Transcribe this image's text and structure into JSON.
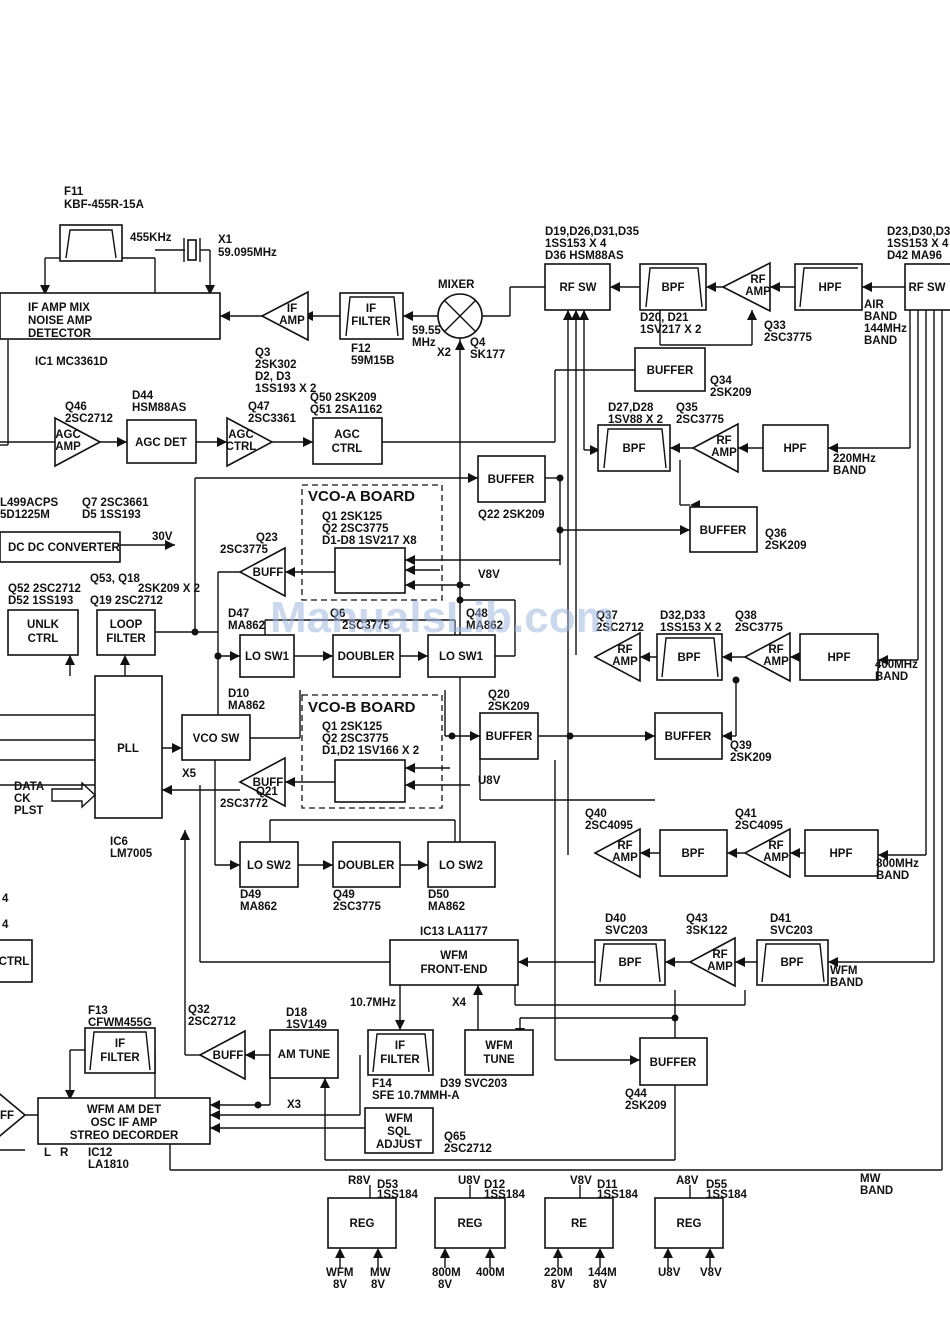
{
  "watermark": "ManualsLib.com",
  "blocks": {
    "if_amp_mix": [
      "IF AMP MIX",
      "NOISE AMP",
      "DETECTOR"
    ],
    "if_amp1": [
      "IF",
      "AMP"
    ],
    "if_filter1": [
      "IF",
      "FILTER"
    ],
    "rf_sw1": "RF SW",
    "bpf1": "BPF",
    "rf_amp1": [
      "RF",
      "AMP"
    ],
    "hpf1": "HPF",
    "rf_sw_main": "RF SW",
    "buffer1": "BUFFER",
    "agc_amp": [
      "AGC",
      "AMP"
    ],
    "agc_det": "AGC DET",
    "agc_ctrl1": [
      "AGC",
      "CTRL"
    ],
    "agc_ctrl2": [
      "AGC",
      "CTRL"
    ],
    "bpf2": "BPF",
    "rf_amp2": [
      "RF",
      "AMP"
    ],
    "hpf2": "HPF",
    "buffer2": "BUFFER",
    "buffer3": "BUFFER",
    "dcdc": "DC DC CONVERTER",
    "buff1": "BUFF",
    "unlk": [
      "UNLK",
      "CTRL"
    ],
    "loop": [
      "LOOP",
      "FILTER"
    ],
    "lo_sw1a": "LO SW1",
    "doubler1": "DOUBLER",
    "lo_sw1b": "LO SW1",
    "rf_amp3": [
      "RF",
      "AMP"
    ],
    "bpf3": "BPF",
    "rf_amp4": [
      "RF",
      "AMP"
    ],
    "hpf3": "HPF",
    "pll": "PLL",
    "vco_sw": "VCO SW",
    "buffer4": "BUFFER",
    "buffer5": "BUFFER",
    "buff2": "BUFF",
    "lo_sw2a": "LO SW2",
    "doubler2": "DOUBLER",
    "lo_sw2b": "LO SW2",
    "rf_amp5": [
      "RF",
      "AMP"
    ],
    "bpf4": "BPF",
    "rf_amp6": [
      "RF",
      "AMP"
    ],
    "hpf4": "HPF",
    "ctrl": "CTRL",
    "wfm_fe": [
      "WFM",
      "FRONT-END"
    ],
    "bpf5": "BPF",
    "rf_amp7": [
      "RF",
      "AMP"
    ],
    "bpf6": "BPF",
    "if_filter2": [
      "IF",
      "FILTER"
    ],
    "buff3": "BUFF",
    "am_tune": "AM TUNE",
    "if_filter3": [
      "IF",
      "FILTER"
    ],
    "wfm_tune": [
      "WFM",
      "TUNE"
    ],
    "buffer6": "BUFFER",
    "wfm_am_det": [
      "WFM AM DET",
      "OSC IF AMP",
      "STREO DECORDER"
    ],
    "wfm_sql": [
      "WFM",
      "SQL",
      "ADJUST"
    ],
    "ff": "FF",
    "reg1": "REG",
    "reg2": "REG",
    "reg3": "RE",
    "reg4": "REG",
    "mixer": "MIXER",
    "vco_a": "VCO-A BOARD",
    "vco_b": "VCO-B BOARD"
  },
  "labels": {
    "f11": "F11",
    "f11p": "KBF-455R-15A",
    "khz455": "455KHz",
    "x1": "X1",
    "x1f": "59.095MHz",
    "ic1": "IC1  MC3361D",
    "q3": "Q3",
    "q3p": "2SK302",
    "d2d3": "D2, D3",
    "d2d3p": "1SS193 X 2",
    "f12": "F12",
    "f12p": "59M15B",
    "mhz5955": "59.55",
    "mhz": "MHz",
    "x2": "X2",
    "q4": "Q4",
    "q4p": "SK177",
    "d19": "D19,D26,D31,D35",
    "d19p": "1SS153 X 4",
    "d36": "D36  HSM88AS",
    "d20": "D20, D21",
    "d20p": "1SV217 X 2",
    "q33": "Q33",
    "q33p": "2SC3775",
    "d23": "D23,D30,D3",
    "d23p": "1SS153 X 4",
    "d42": "D42  MA96",
    "air": "AIR",
    "band_air": "BAND",
    "m144": "144MHz",
    "band_144": "BAND",
    "q34": "Q34",
    "q34p": "2SK209",
    "q46": "Q46",
    "q46p": "2SC2712",
    "d44": "D44",
    "d44p": "HSM88AS",
    "q47": "Q47",
    "q47p": "2SC3361",
    "q50": "Q50  2SK209",
    "q51": "Q51  2SA1162",
    "d27": "D27,D28",
    "d27p": "1SV88 X 2",
    "q35": "Q35",
    "q35p": "2SC3775",
    "m220": "220MHz",
    "band_220": "BAND",
    "q22": "Q22  2SK209",
    "q36": "Q36",
    "q36p": "2SK209",
    "l499": "L499ACPS",
    "d1225": "5D1225M",
    "q7": "Q7   2SC3661",
    "d5": "D5   1SS193",
    "v30": "30V",
    "q23": "Q23",
    "q23p": "2SC3775",
    "vq1": "Q1   2SK125",
    "vq2": "Q2   2SC3775",
    "vd1": "D1-D8  1SV217 X8",
    "v8v": "V8V",
    "q52": "Q52  2SC2712",
    "d52": "D52  1SS193",
    "q53": "Q53, Q18",
    "q19": "Q19  2SC2712",
    "q53p": "2SK209 X 2",
    "d47": "D47",
    "d47p": "MA862",
    "q6": "Q6",
    "q6p": "2SC3775",
    "q48": "Q48",
    "q48p": "MA862",
    "q37": "Q37",
    "q37p": "2SC2712",
    "d33": "D32,D33",
    "d33p": "1SS153 X 2",
    "q38": "Q38",
    "q38p": "2SC3775",
    "m400": "400MHz",
    "band_400": "BAND",
    "d10": "D10",
    "d10p": "MA862",
    "bq1": "Q1   2SK125",
    "bq2": "Q2   2SC3775",
    "bd1": "D1,D2  1SV166 X 2",
    "q20": "Q20",
    "q20p": "2SK209",
    "q39": "Q39",
    "q39p": "2SK209",
    "u8v": "U8V",
    "data": "DATA",
    "ck": "CK",
    "plst": "PLST",
    "x5": "X5",
    "q21": "Q21",
    "q21p": "2SC3772",
    "ic6": "IC6",
    "ic6p": "LM7005",
    "q40": "Q40",
    "q40p": "2SC4095",
    "q41": "Q41",
    "q41p": "2SC4095",
    "m800": "800MHz",
    "band_800": "BAND",
    "d49": "D49",
    "d49p": "MA862",
    "q49": "Q49",
    "q49p": "2SC3775",
    "d50": "D50",
    "d50p": "MA862",
    "n4a": "4",
    "n4b": "4",
    "ic13": "IC13  LA1177",
    "d40": "D40",
    "d40p": "SVC203",
    "q43": "Q43",
    "q43p": "3SK122",
    "d41": "D41",
    "d41p": "SVC203",
    "wfm": "WFM",
    "band_wfm": "BAND",
    "mhz107": "10.7MHz",
    "x4": "X4",
    "f13": "F13",
    "f13p": "CFWM455G",
    "q32": "Q32",
    "q32p": "2SC2712",
    "d18": "D18",
    "d18p": "1SV149",
    "f14": "F14",
    "f14p": "SFE 10.7MMH-A",
    "d39": "D39  SVC203",
    "q44": "Q44",
    "q44p": "2SK209",
    "x3": "X3",
    "q65": "Q65",
    "q65p": "2SC2712",
    "l": "L",
    "r": "R",
    "ic12": "IC12",
    "ic12p": "LA1810",
    "mw": "MW",
    "band_mw": "BAND",
    "r8v": "R8V",
    "d53": "D53",
    "d53p": "1SS184",
    "u8v2": "U8V",
    "d12": "D12",
    "d12p": "1SS184",
    "v8v2": "V8V",
    "d11": "D11",
    "d11p": "1SS184",
    "a8v": "A8V",
    "d55": "D55",
    "d55p": "1SS184",
    "in_wfm": "WFM",
    "in_wfm_v": "8V",
    "in_mw": "MW",
    "in_mw_v": "8V",
    "in_800": "800M",
    "in_800_v": "8V",
    "in_400": "400M",
    "in_220": "220M",
    "in_220_v": "8V",
    "in_144": "144M",
    "in_144_v": "8V",
    "in_u8v": "U8V",
    "in_v8v": "V8V"
  }
}
